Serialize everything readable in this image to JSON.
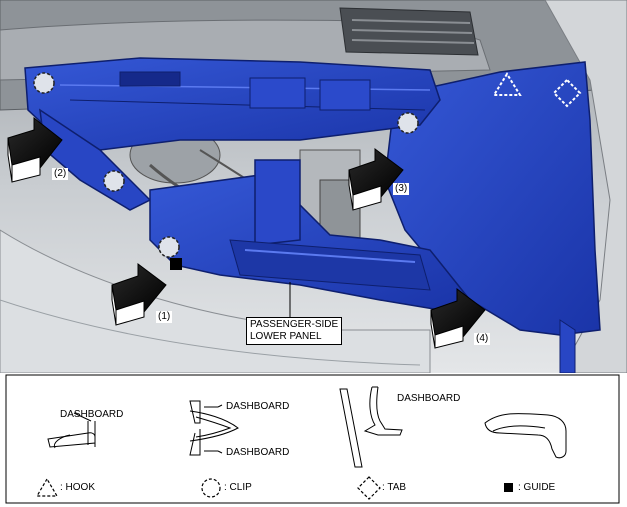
{
  "callouts": {
    "step_1": "(1)",
    "step_2": "(2)",
    "step_3": "(3)",
    "step_4": "(4)",
    "panel_line1": "PASSENGER-SIDE",
    "panel_line2": "LOWER PANEL"
  },
  "legend": {
    "hook_detail_label": "DASHBOARD",
    "clip_detail_label_top": "DASHBOARD",
    "clip_detail_label_bottom": "DASHBOARD",
    "tab_detail_label": "DASHBOARD",
    "hook_key": ": HOOK",
    "clip_key": ": CLIP",
    "tab_key": ": TAB",
    "guide_key": ": GUIDE"
  },
  "colors": {
    "panel_blue": "#1f3fbf",
    "panel_blue_dark": "#142a8c",
    "panel_blue_light": "#3d5fe0",
    "background_gray": "#bfc3c7"
  }
}
